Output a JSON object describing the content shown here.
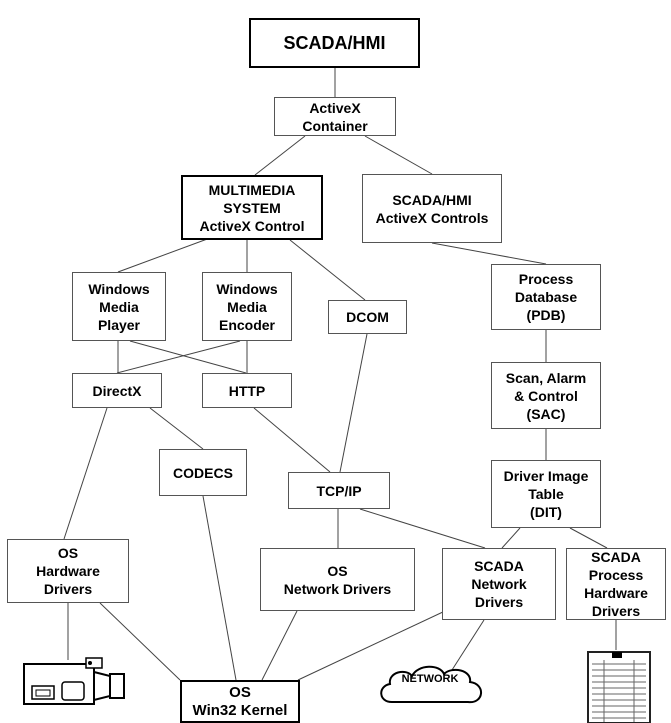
{
  "nodes": {
    "scada_hmi": "SCADA/HMI",
    "activex_container": "ActiveX\nContainer",
    "multimedia_system": "MULTIMEDIA\nSYSTEM\nActiveX Control",
    "scada_activex_controls": "SCADA/HMI\nActiveX Controls",
    "windows_media_player": "Windows\nMedia\nPlayer",
    "windows_media_encoder": "Windows\nMedia\nEncoder",
    "dcom": "DCOM",
    "process_database": "Process\nDatabase\n(PDB)",
    "directx": "DirectX",
    "http": "HTTP",
    "scan_alarm_control": "Scan, Alarm\n& Control\n(SAC)",
    "codecs": "CODECS",
    "tcp_ip": "TCP/IP",
    "driver_image_table": "Driver Image\nTable\n(DIT)",
    "os_hardware_drivers": "OS\nHardware\nDrivers",
    "os_network_drivers": "OS\nNetwork Drivers",
    "scada_network_drivers": "SCADA\nNetwork\nDrivers",
    "scada_process_hardware_drivers": "SCADA\nProcess\nHardware\nDrivers",
    "os_win32_kernel": "OS\nWin32 Kernel",
    "network": "NETWORK"
  },
  "icons": {
    "camera": "video-camera-icon",
    "cloud": "network-cloud-icon",
    "hardware": "process-hardware-rack-icon"
  }
}
